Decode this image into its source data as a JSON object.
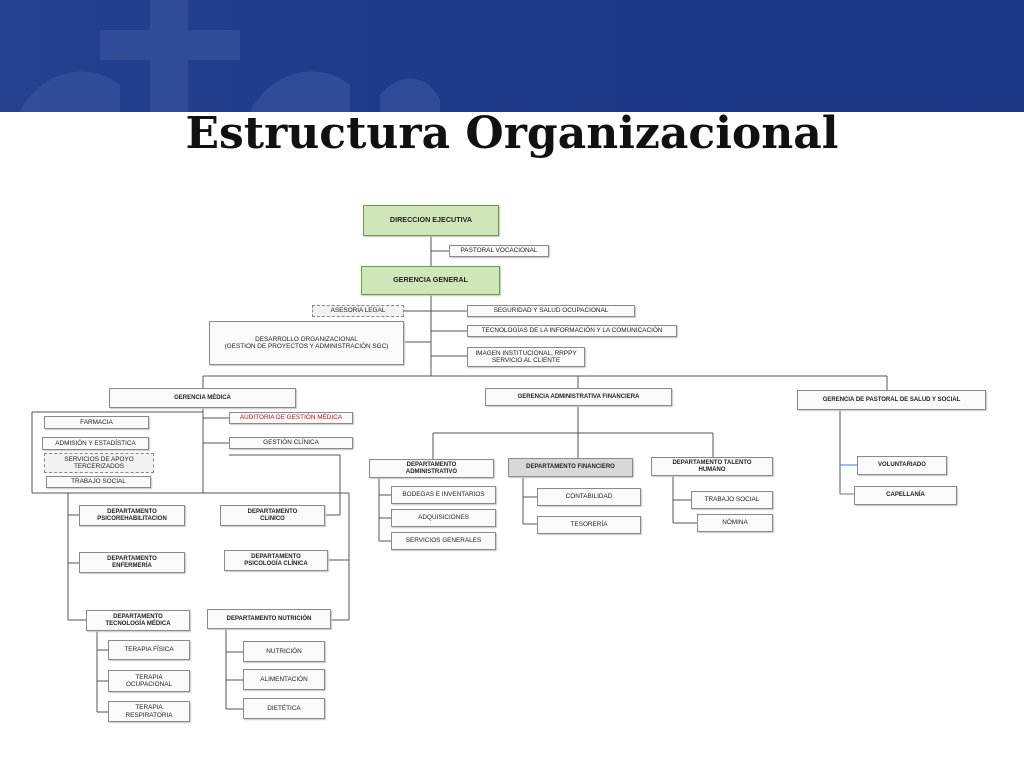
{
  "slide": {
    "title": "Estructura Organizacional"
  },
  "nodes": {
    "direccion": "DIRECCION EJECUTIVA",
    "pastoral_voc": "PASTORAL VOCACIONAL",
    "gerencia_general": "GERENCIA GENERAL",
    "asesoria": "ASESORIA LEGAL",
    "seguridad": "SEGURIDAD Y SALUD OCUPACIONAL",
    "desarrollo": "DESARROLLO ORGANIZACIONAL\n(GESTION DE PROYECTOS Y ADMINISTRACIÓN SGC)",
    "tecnologias": "TECNOLOGÍAS DE LA INFORMACIÓN Y LA COMUNICACIÓN",
    "imagen": "IMAGEN INSTITUCIONAL, RRPPY\nSERVICIO AL CLIENTE",
    "gerencia_medica": "GERENCIA MÉDICA",
    "gerencia_admin": "GERENCIA ADMINISTRATIVA FINANCIERA",
    "gerencia_pastoral": "GERENCIA DE PASTORAL DE SALUD Y SOCIAL",
    "farmacia": "FARMACIA",
    "admision": "ADMISIÓN Y ESTADÍSTICA",
    "servicios_apoyo": "SERVICIOS DE APOYO\nTERCERIZADOS",
    "trabajo_social_med": "TRABAJO SOCIAL",
    "auditoria": "AUDITORIA DE GESTIÓN MÉDICA",
    "gestion_clinica": "GESTIÓN CLÍNICA",
    "psicorehab": "DEPARTAMENTO\nPSICOREHABILITACION",
    "clinico": "DEPARTAMENTO\nCLINICO",
    "enfermeria": "DEPARTAMENTO\nENFERMERÍA",
    "psicologia": "DEPARTAMENTO\nPSICOLOGÍA CLÍNICA",
    "tecnologia_med": "DEPARTAMENTO\nTECNOLOGÍA MÉDICA",
    "nutricion_dep": "DEPARTAMENTO NUTRICIÓN",
    "terapia_fisica": "TERAPIA FÍSICA",
    "terapia_ocup": "TERAPIA\nOCUPACIONAL",
    "terapia_resp": "TERAPIA\nRESPIRATORIA",
    "nutricion": "NUTRICIÓN",
    "alimentacion": "ALIMENTACIÓN",
    "dietetica": "DIETÉTICA",
    "dep_admin": "DEPARTAMENTO\nADMINISTRATIVO",
    "bodegas": "BODEGAS E INVENTARIOS",
    "adquisiciones": "ADQUISICIONES",
    "servicios_gen": "SERVICIOS GENERALES",
    "dep_financiero": "DEPARTAMENTO FINANCIERO",
    "contabilidad": "CONTABILIDAD",
    "tesoreria": "TESORERÍA",
    "dep_talento": "DEPARTAMENTO TALENTO\nHUMANO",
    "trabajo_social": "TRABAJO SOCIAL",
    "nomina": "NÓMINA",
    "voluntariado": "VOLUNTARIADO",
    "capellania": "CAPELLANÍA"
  },
  "colors": {
    "banner": "#1e3a8a",
    "green_node": "#cfe6b8",
    "red_text": "#c0121b",
    "connector": "#555555",
    "blue_connector": "#3d7dd8"
  }
}
